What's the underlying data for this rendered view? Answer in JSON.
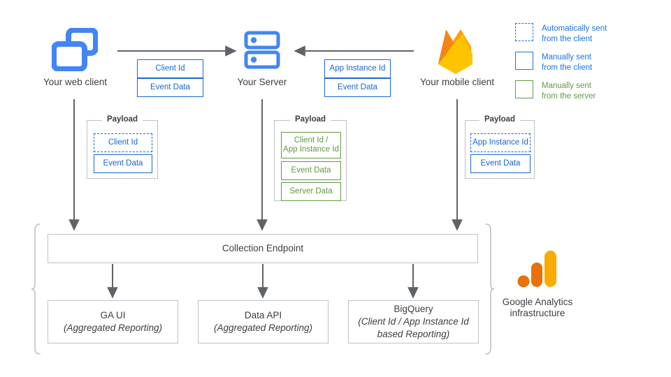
{
  "nodes": {
    "web_client": {
      "label": "Your web client",
      "icon": "web-client-icon"
    },
    "server": {
      "label": "Your Server",
      "icon": "server-icon"
    },
    "mobile_client": {
      "label": "Your mobile client",
      "icon": "firebase-icon"
    },
    "ga_infra": {
      "label_line1": "Google Analytics",
      "label_line2": "infrastructure",
      "icon": "google-analytics-icon"
    }
  },
  "transport": {
    "web_to_server": [
      {
        "text": "Client Id",
        "style": "blue"
      },
      {
        "text": "Event Data",
        "style": "blue"
      }
    ],
    "mobile_to_server": [
      {
        "text": "App Instance Id",
        "style": "blue"
      },
      {
        "text": "Event Data",
        "style": "blue"
      }
    ]
  },
  "payloads": {
    "title": "Payload",
    "web": [
      {
        "text": "Client Id",
        "style": "blue-dash"
      },
      {
        "text": "Event Data",
        "style": "blue"
      }
    ],
    "server": [
      {
        "line1": "Client Id /",
        "line2": "App Instance Id",
        "style": "green"
      },
      {
        "text": "Event Data",
        "style": "green"
      },
      {
        "text": "Server Data",
        "style": "green"
      }
    ],
    "mobile": [
      {
        "text": "App Instance Id",
        "style": "blue-dash"
      },
      {
        "text": "Event Data",
        "style": "blue"
      }
    ]
  },
  "infrastructure": {
    "collection_endpoint": "Collection Endpoint",
    "outputs": [
      {
        "title": "GA UI",
        "subtitle": "(Aggregated Reporting)"
      },
      {
        "title": "Data API",
        "subtitle": "(Aggregated Reporting)"
      },
      {
        "title": "BigQuery",
        "subtitle_line1": "(Client Id / App Instance Id",
        "subtitle_line2": "based Reporting)"
      }
    ]
  },
  "legend": [
    {
      "swatch": "dashed-blue",
      "line1": "Automatically sent",
      "line2": "from the client"
    },
    {
      "swatch": "solid-blue",
      "line1": "Manually sent",
      "line2": "from the client"
    },
    {
      "swatch": "solid-green",
      "line1": "Manually sent",
      "line2": "from the server"
    }
  ],
  "colors": {
    "blue": "#1967d2",
    "legend_blue": "#1a73e8",
    "green": "#5f9b41",
    "icon_blue": "#4285f4",
    "firebase_amber": "#ffc24a",
    "firebase_orange": "#f4bd62",
    "ga_orange": "#e8710a",
    "ga_amber": "#f9ab00",
    "gray_line": "#5f6368",
    "gray_border": "#bdc1c6"
  }
}
